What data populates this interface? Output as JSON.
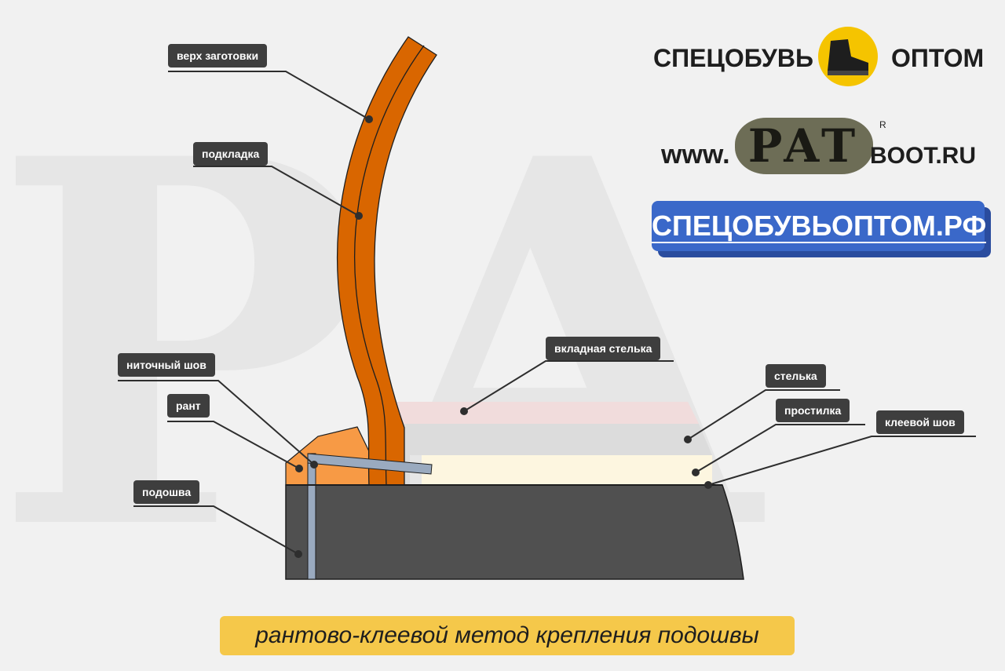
{
  "brand": {
    "left_text": "СПЕЦОБУВЬ",
    "right_text": "ОПТОМ",
    "logo_color": "#f5c400",
    "www_prefix": "www.",
    "pat_text": "PAT",
    "reg_mark": "R",
    "domain_suffix": "BOOT.RU",
    "rf_domain": "СПЕЦОБУВЬОПТОМ.РФ",
    "rf_color": "#3a68c9"
  },
  "labels": {
    "upper": "верх заготовки",
    "lining": "подкладка",
    "thread_seam": "ниточный шов",
    "welt": "рант",
    "sole": "подошва",
    "sock_liner": "вкладная стелька",
    "insole": "стелька",
    "filler": "простилка",
    "glue_seam": "клеевой шов"
  },
  "caption": "рантово-клеевой метод крепления подошвы",
  "colors": {
    "upper": "#d96600",
    "welt": "#f79a45",
    "sole": "#505050",
    "sock_liner": "#f1dcdc",
    "insole": "#dcdcdc",
    "filler": "#fdf6e0",
    "stitch": "#9aaabf",
    "label_bg": "#3e3e3e"
  }
}
